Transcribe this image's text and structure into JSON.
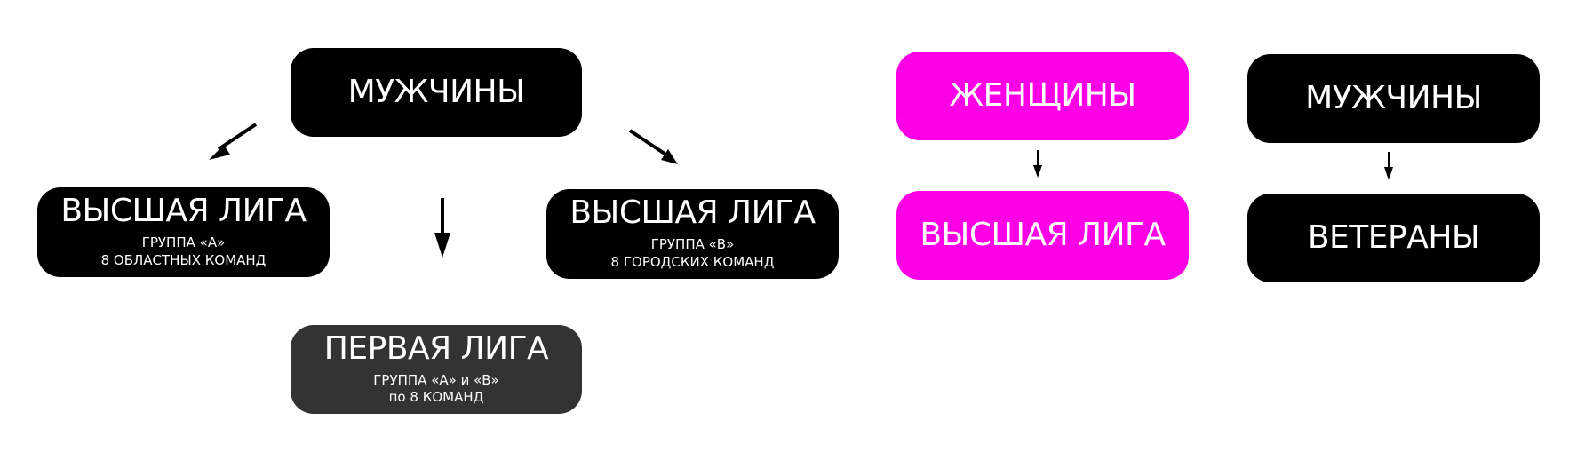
{
  "left_tree": {
    "root": {
      "title": "МУЖЧИНЫ"
    },
    "group_a": {
      "title": "ВЫСШАЯ ЛИГА",
      "line1": "ГРУППА «А»",
      "line2": "8 ОБЛАСТНЫХ КОМАНД"
    },
    "group_b": {
      "title": "ВЫСШАЯ ЛИГА",
      "line1": "ГРУППА «В»",
      "line2": "8 ГОРОДСКИХ КОМАНД"
    },
    "first_league": {
      "title": "ПЕРВАЯ ЛИГА",
      "line1": "ГРУППА «А» и «В»",
      "line2": "по 8 КОМАНД"
    }
  },
  "women_tree": {
    "root": {
      "title": "ЖЕНЩИНЫ"
    },
    "child": {
      "title": "ВЫСШАЯ ЛИГА"
    }
  },
  "veterans_tree": {
    "root": {
      "title": "МУЖЧИНЫ"
    },
    "child": {
      "title": "ВЕТЕРАНЫ"
    }
  },
  "colors": {
    "black": "#000000",
    "dark_gray": "#333333",
    "magenta": "#ff00e6",
    "text": "#ffffff"
  }
}
